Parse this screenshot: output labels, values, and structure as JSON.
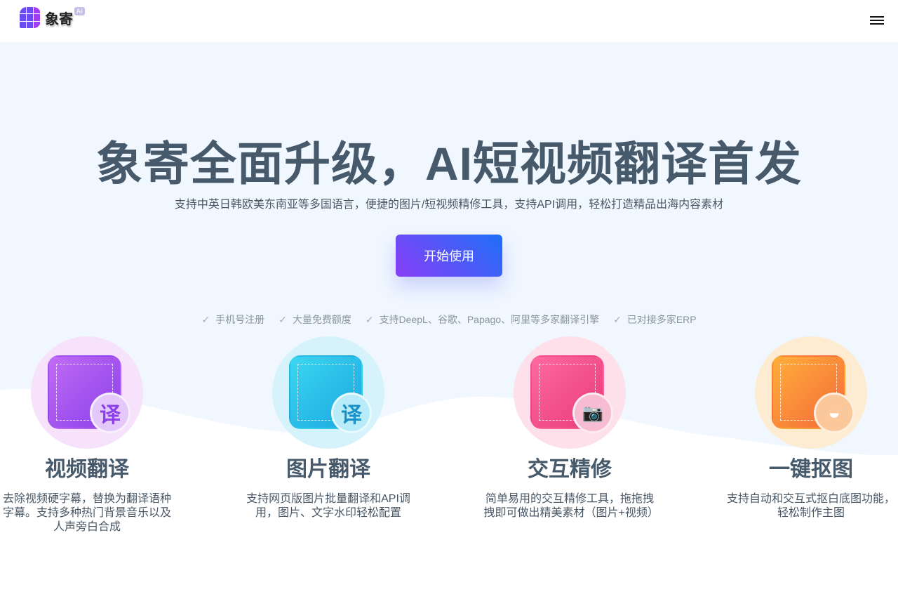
{
  "header": {
    "logo_text": "象寄",
    "logo_badge": "AI",
    "menu_icon": "hamburger-icon"
  },
  "hero": {
    "title": "象寄全面升级，AI短视频翻译首发",
    "subtitle": "支持中英日韩欧美东南亚等多国语言，便捷的图片/短视频精修工具，支持API调用，轻松打造精品出海内容素材",
    "cta_label": "开始使用",
    "checks": [
      "手机号注册",
      "大量免费额度",
      "支持DeepL、谷歌、Papago、阿里等多家翻译引擎",
      "已对接多家ERP"
    ]
  },
  "features": [
    {
      "title": "视频翻译",
      "desc": "去除视频硬字幕，替换为翻译语种字幕。支持多种热门背景音乐以及人声旁白合成",
      "badge": "译",
      "icon": "video-translate-icon"
    },
    {
      "title": "图片翻译",
      "desc": "支持网页版图片批量翻译和API调用，图片、文字水印轻松配置",
      "badge": "译",
      "icon": "image-translate-icon"
    },
    {
      "title": "交互精修",
      "desc": "简单易用的交互精修工具，拖拖拽拽即可做出精美素材（图片+视频）",
      "badge": "📷",
      "icon": "wrench-camera-icon"
    },
    {
      "title": "一键抠图",
      "desc": "支持自动和交互式抠白底图功能，轻松制作主图",
      "badge": "◒",
      "icon": "pen-tool-icon"
    }
  ]
}
